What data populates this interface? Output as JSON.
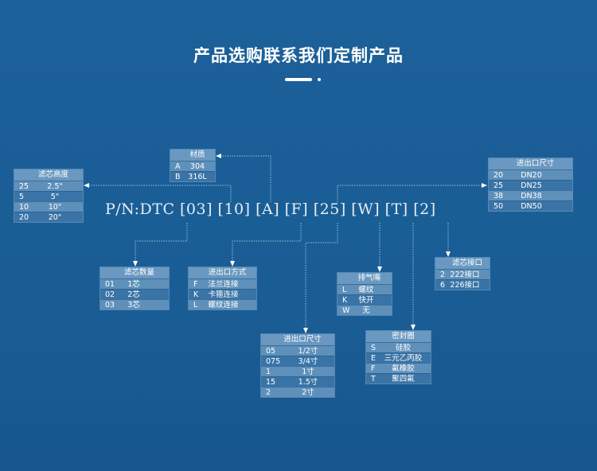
{
  "title": "产品选购联系我们定制产品",
  "part_number": "P/N:DTC [03] [10] [A] [F] [25] [W] [T] [2]",
  "tables": {
    "material": {
      "header": "材质",
      "rows": [
        [
          "A",
          "304"
        ],
        [
          "B",
          "316L"
        ]
      ]
    },
    "height": {
      "header": "滤芯高度",
      "rows": [
        [
          "25",
          "2.5\""
        ],
        [
          "5",
          "5\""
        ],
        [
          "10",
          "10\""
        ],
        [
          "20",
          "20\""
        ]
      ]
    },
    "dn": {
      "header": "进出口尺寸",
      "rows": [
        [
          "20",
          "DN20"
        ],
        [
          "25",
          "DN25"
        ],
        [
          "38",
          "DN38"
        ],
        [
          "50",
          "DN50"
        ]
      ]
    },
    "qty": {
      "header": "滤芯数量",
      "rows": [
        [
          "01",
          "1芯"
        ],
        [
          "02",
          "2芯"
        ],
        [
          "03",
          "3芯"
        ]
      ]
    },
    "conn": {
      "header": "进出口方式",
      "rows": [
        [
          "F",
          "法兰连接"
        ],
        [
          "K",
          "卡箍连接"
        ],
        [
          "L",
          "螺纹连接"
        ]
      ]
    },
    "vent": {
      "header": "排气嘴",
      "rows": [
        [
          "L",
          "螺纹"
        ],
        [
          "K",
          "快开"
        ],
        [
          "W",
          "无"
        ]
      ]
    },
    "adapter": {
      "header": "滤芯接口",
      "rows": [
        [
          "2",
          "222接口"
        ],
        [
          "6",
          "226接口"
        ]
      ]
    },
    "size": {
      "header": "进出口尺寸",
      "rows": [
        [
          "05",
          "1/2寸"
        ],
        [
          "075",
          "3/4寸"
        ],
        [
          "1",
          "1寸"
        ],
        [
          "15",
          "1.5寸"
        ],
        [
          "2",
          "2寸"
        ]
      ]
    },
    "seal": {
      "header": "密封圈",
      "rows": [
        [
          "S",
          "硅胶"
        ],
        [
          "E",
          "三元乙丙胶"
        ],
        [
          "F",
          "氟橡胶"
        ],
        [
          "T",
          "聚四氟"
        ]
      ]
    }
  }
}
